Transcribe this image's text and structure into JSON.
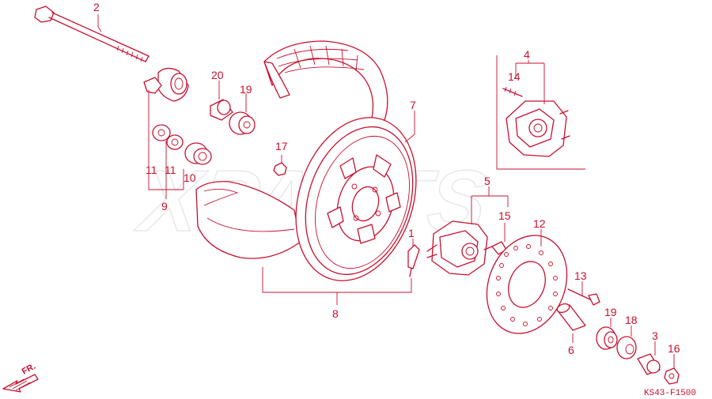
{
  "watermark": "XPARTS",
  "diagram_code": "KS43-F1500",
  "direction_label": "FR.",
  "callouts": {
    "c1": "1",
    "c2": "2",
    "c3": "3",
    "c4": "4",
    "c5": "5",
    "c6": "6",
    "c7": "7",
    "c8": "8",
    "c9": "9",
    "c10": "10",
    "c11a": "11",
    "c11b": "11",
    "c12": "12",
    "c13": "13",
    "c14": "14",
    "c15": "15",
    "c16": "16",
    "c17": "17",
    "c18": "18",
    "c19a": "19",
    "c19b": "19",
    "c20": "20"
  },
  "colors": {
    "line": "#c8102e",
    "background": "#ffffff"
  }
}
